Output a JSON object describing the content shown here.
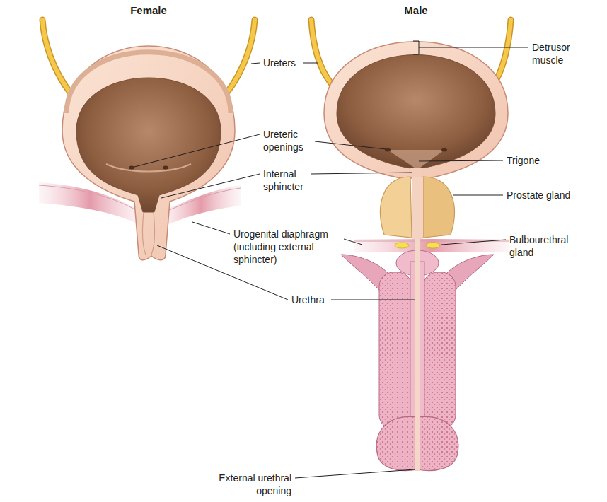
{
  "diagram": {
    "labels": [
      "Female",
      "Male",
      "Ureters",
      "Detrusor muscle",
      "Ureteric openings",
      "Trigone",
      "Internal sphincter",
      "Prostate gland",
      "Urogenital diaphragm (including external sphincter)",
      "Bulbourethral gland",
      "Urethra",
      "External urethral opening"
    ]
  }
}
